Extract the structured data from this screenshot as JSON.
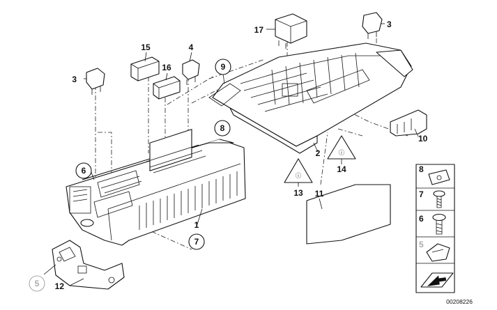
{
  "callouts": {
    "c1": "1",
    "c2": "2",
    "c3a": "3",
    "c3b": "3",
    "c4": "4",
    "c5": "5",
    "c6": "6",
    "c7": "7",
    "c8": "8",
    "c9": "9",
    "c10": "10",
    "c11": "11",
    "c12": "12",
    "c13": "13",
    "c14": "14",
    "c15": "15",
    "c16": "16",
    "c17": "17"
  },
  "legend": {
    "r8": "8",
    "r7": "7",
    "r6": "6",
    "r5": "5"
  },
  "warning_symbol": "ⓘ",
  "reference_number": "00208226",
  "colors": {
    "line": "#111111",
    "faded": "#aaaaaa",
    "background": "#ffffff"
  }
}
